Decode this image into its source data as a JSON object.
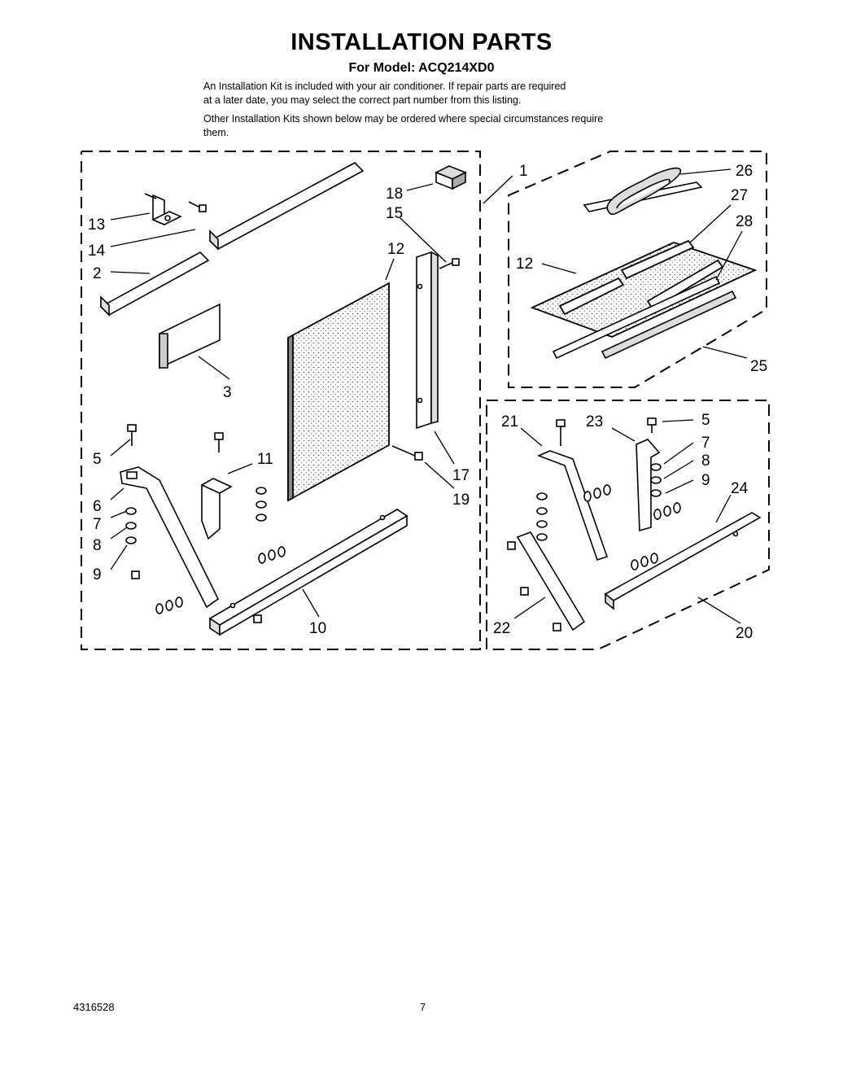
{
  "header": {
    "title": "INSTALLATION PARTS",
    "subtitle": "For Model: ACQ214XD0"
  },
  "intro": {
    "paragraph1_line1": "An Installation Kit is included with your air conditioner. If repair parts are required",
    "paragraph1_line2": "at a later date, you may select the correct part number from this listing.",
    "paragraph2_line1": "Other Installation Kits shown below may be ordered where special circumstances require",
    "paragraph2_line2": "them."
  },
  "callouts": {
    "main_kit": [
      "13",
      "14",
      "2",
      "3",
      "5",
      "6",
      "7",
      "8",
      "9",
      "11",
      "12",
      "18",
      "15",
      "17",
      "19",
      "10"
    ],
    "kit_1": "1",
    "top_right_kit": [
      "26",
      "27",
      "28",
      "12",
      "25"
    ],
    "bottom_right_kit": [
      "21",
      "23",
      "5",
      "7",
      "8",
      "9",
      "24",
      "22",
      "20"
    ]
  },
  "footer": {
    "doc_number": "4316528",
    "page_number": "7"
  }
}
